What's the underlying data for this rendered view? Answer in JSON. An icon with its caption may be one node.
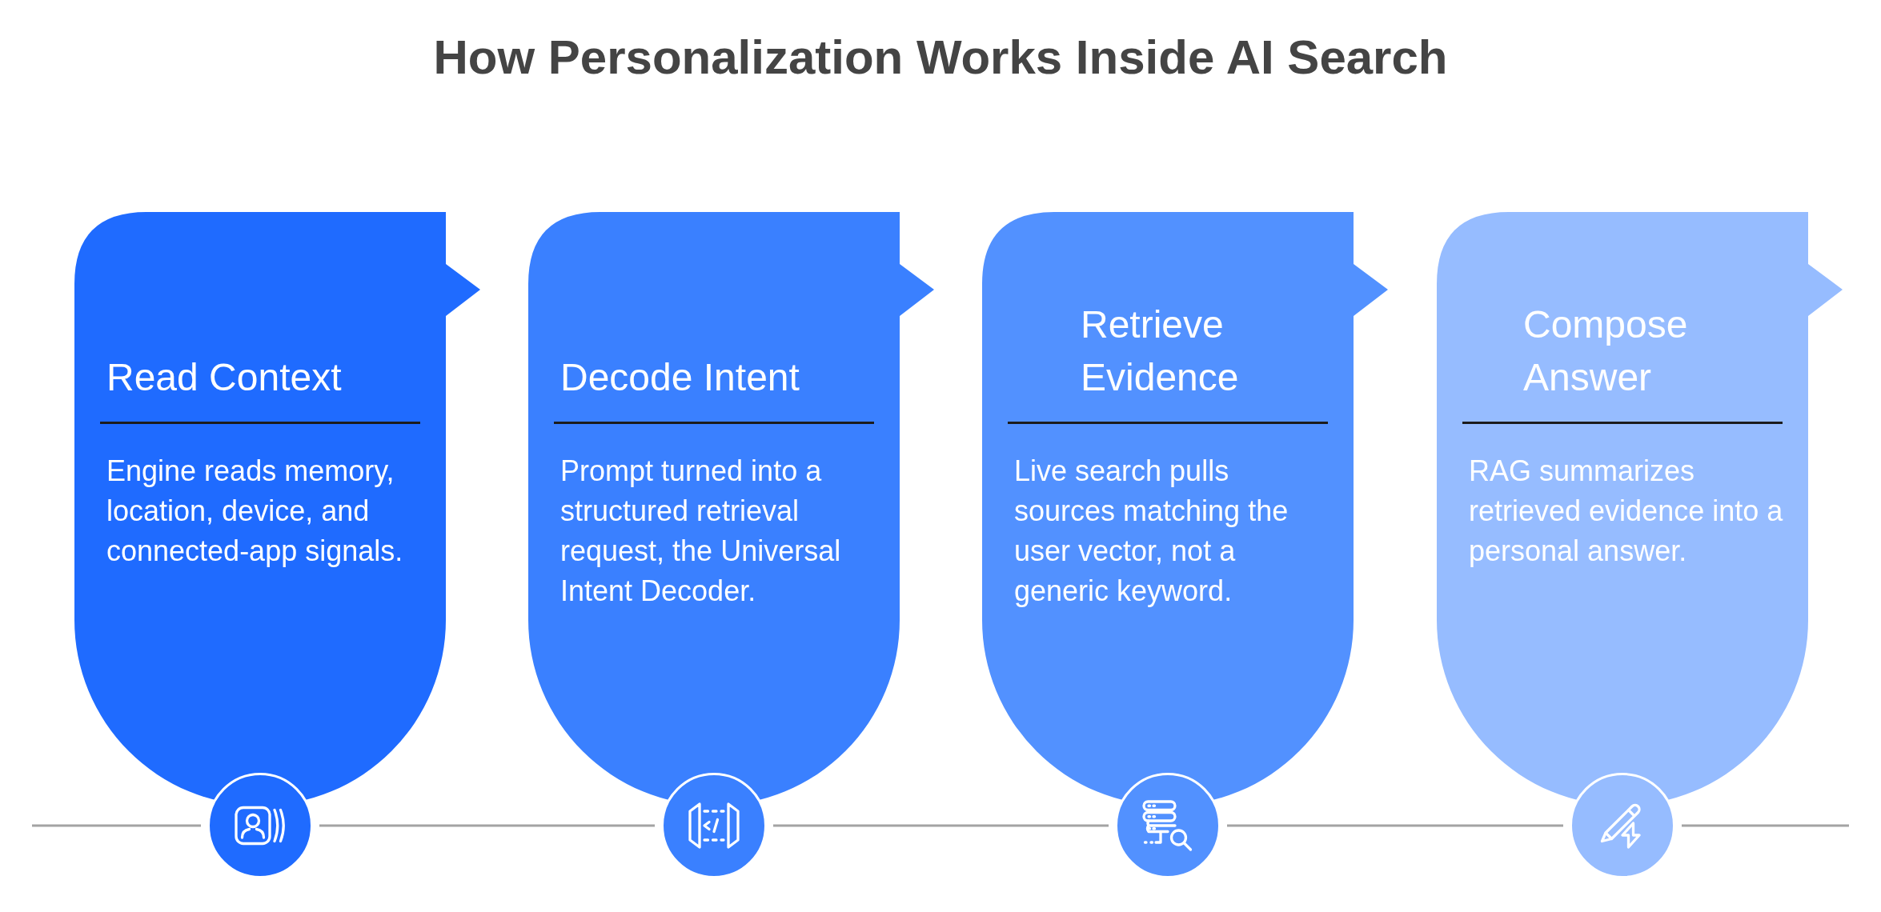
{
  "diagram": {
    "title": "How Personalization Works Inside AI Search",
    "nodes": [
      {
        "text": [
          "Read Context",
          "Engine reads memory, location, device, and connected-app signals."
        ]
      },
      {
        "text": [
          "Decode Intent",
          "Prompt turned into a structured retrieval request, the Universal Intent Decoder."
        ]
      },
      {
        "text": [
          "Retrieve Evidence",
          "Live search pulls sources matching the user vector, not a generic keyword."
        ]
      },
      {
        "text": [
          "Compose Answer",
          "RAG summarizes retrieved evidence into a personal answer."
        ]
      }
    ],
    "edges": [
      {
        "from": null,
        "to": 0,
        "arrow": "none"
      },
      {
        "from": 0,
        "to": 1,
        "arrow": "none"
      },
      {
        "from": 1,
        "to": 2,
        "arrow": "none"
      },
      {
        "from": 2,
        "to": 3,
        "arrow": "none"
      },
      {
        "from": 3,
        "to": null,
        "arrow": "none"
      }
    ]
  }
}
